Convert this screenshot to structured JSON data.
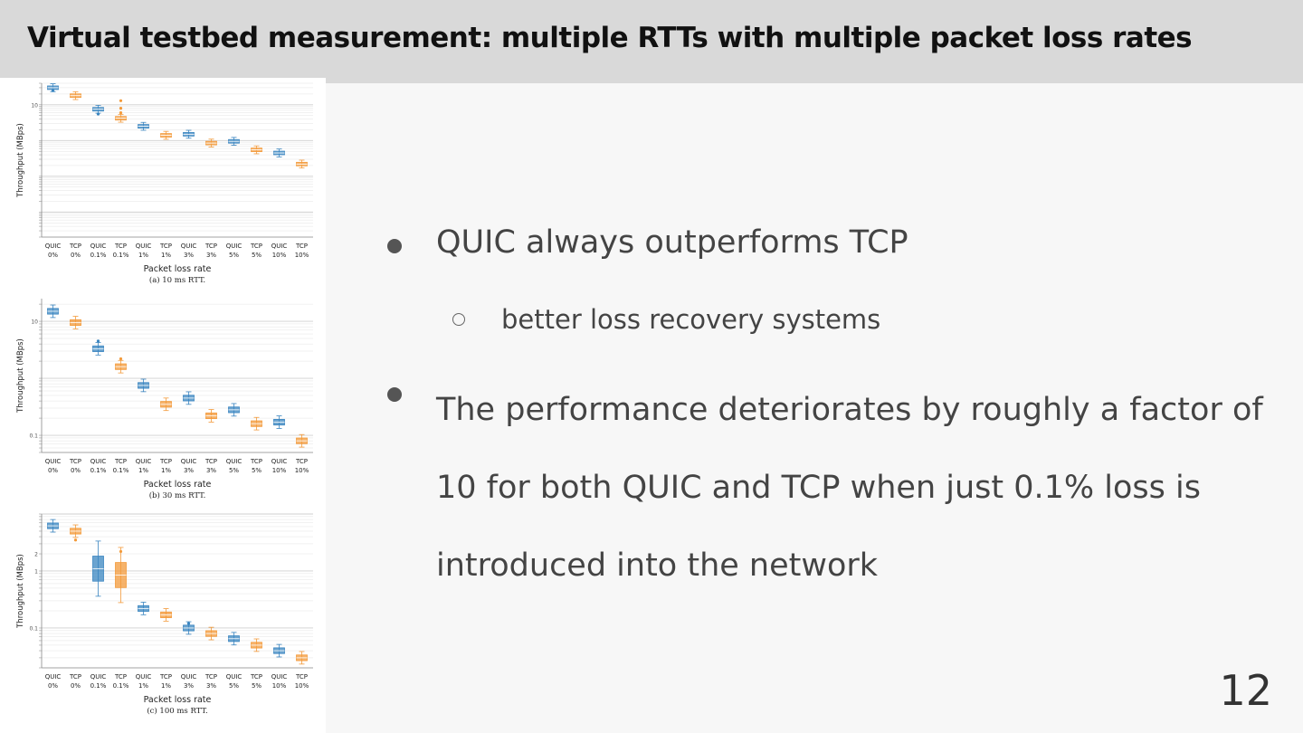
{
  "slide": {
    "title": "Virtual testbed measurement: multiple RTTs with multiple packet loss rates",
    "bullets": [
      {
        "text": "QUIC always outperforms TCP"
      },
      {
        "sub_text": "better loss recovery systems"
      },
      {
        "lines": [
          "The performance deteriorates by roughly a factor of",
          "10 for both QUIC and TCP when just 0.1% loss is",
          "introduced into the network"
        ]
      }
    ],
    "page_number": "12"
  },
  "colors": {
    "quic": "#3a85c0",
    "tcp": "#f39a3a",
    "grid": "#e3e3e3"
  },
  "chart_data": [
    {
      "type": "box",
      "caption": "(a) 10 ms RTT.",
      "xlabel": "Packet loss rate",
      "ylabel": "Throughput (MBps)",
      "y_scale": "log",
      "ylim": [
        0.002,
        40
      ],
      "y_tick_labels": [
        {
          "value": 10,
          "label": "10"
        }
      ],
      "categories": [
        [
          "QUIC",
          "0%"
        ],
        [
          "TCP",
          "0%"
        ],
        [
          "QUIC",
          "0.1%"
        ],
        [
          "TCP",
          "0.1%"
        ],
        [
          "QUIC",
          "1%"
        ],
        [
          "TCP",
          "1%"
        ],
        [
          "QUIC",
          "3%"
        ],
        [
          "TCP",
          "3%"
        ],
        [
          "QUIC",
          "5%"
        ],
        [
          "TCP",
          "5%"
        ],
        [
          "QUIC",
          "10%"
        ],
        [
          "TCP",
          "10%"
        ]
      ],
      "medians": [
        30,
        18,
        7.5,
        4.2,
        2.5,
        1.4,
        1.5,
        0.85,
        0.95,
        0.55,
        0.45,
        0.22
      ],
      "outliers": [
        [
          25
        ],
        [],
        [
          5.5
        ],
        [
          13,
          8,
          6
        ],
        [],
        [],
        [],
        [],
        [],
        [],
        [],
        []
      ]
    },
    {
      "type": "box",
      "caption": "(b) 30 ms RTT.",
      "xlabel": "Packet loss rate",
      "ylabel": "Throughput (MBps)",
      "y_scale": "log",
      "ylim": [
        0.05,
        25
      ],
      "y_tick_labels": [
        {
          "value": 10,
          "label": "10"
        },
        {
          "value": 0.1,
          "label": "0.1"
        }
      ],
      "categories": [
        [
          "QUIC",
          "0%"
        ],
        [
          "TCP",
          "0%"
        ],
        [
          "QUIC",
          "0.1%"
        ],
        [
          "TCP",
          "0.1%"
        ],
        [
          "QUIC",
          "1%"
        ],
        [
          "TCP",
          "1%"
        ],
        [
          "QUIC",
          "3%"
        ],
        [
          "TCP",
          "3%"
        ],
        [
          "QUIC",
          "5%"
        ],
        [
          "TCP",
          "5%"
        ],
        [
          "QUIC",
          "10%"
        ],
        [
          "TCP",
          "10%"
        ]
      ],
      "medians": [
        15,
        9.5,
        3.3,
        1.6,
        0.75,
        0.35,
        0.45,
        0.22,
        0.28,
        0.16,
        0.17,
        0.08
      ],
      "outliers": [
        [],
        [],
        [
          4.5
        ],
        [
          2.2
        ],
        [],
        [],
        [],
        [],
        [],
        [],
        [],
        []
      ]
    },
    {
      "type": "box",
      "caption": "(c) 100 ms RTT.",
      "xlabel": "Packet loss rate",
      "ylabel": "Throughput (MBps)",
      "y_scale": "log",
      "ylim": [
        0.02,
        10
      ],
      "y_tick_labels": [
        {
          "value": 2,
          "label": "2"
        },
        {
          "value": 1,
          "label": "1"
        },
        {
          "value": 0.1,
          "label": "0.1"
        }
      ],
      "categories": [
        [
          "QUIC",
          "0%"
        ],
        [
          "TCP",
          "0%"
        ],
        [
          "QUIC",
          "0.1%"
        ],
        [
          "TCP",
          "0.1%"
        ],
        [
          "QUIC",
          "1%"
        ],
        [
          "TCP",
          "1%"
        ],
        [
          "QUIC",
          "3%"
        ],
        [
          "TCP",
          "3%"
        ],
        [
          "QUIC",
          "5%"
        ],
        [
          "TCP",
          "5%"
        ],
        [
          "QUIC",
          "10%"
        ],
        [
          "TCP",
          "10%"
        ]
      ],
      "medians": [
        6.2,
        5.0,
        1.1,
        0.85,
        0.22,
        0.17,
        0.1,
        0.08,
        0.065,
        0.05,
        0.04,
        0.03
      ],
      "outliers": [
        [],
        [
          3.5
        ],
        [],
        [
          2.2
        ],
        [],
        [],
        [
          0.12
        ],
        [],
        [],
        [],
        [],
        []
      ]
    }
  ]
}
